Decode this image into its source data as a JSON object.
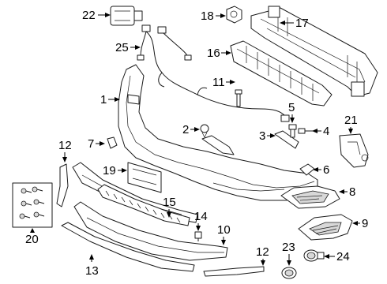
{
  "diagram": {
    "callouts": [
      {
        "id": "c1",
        "label": "1"
      },
      {
        "id": "c2",
        "label": "2"
      },
      {
        "id": "c3",
        "label": "3"
      },
      {
        "id": "c4",
        "label": "4"
      },
      {
        "id": "c5",
        "label": "5"
      },
      {
        "id": "c6",
        "label": "6"
      },
      {
        "id": "c7",
        "label": "7"
      },
      {
        "id": "c8",
        "label": "8"
      },
      {
        "id": "c9",
        "label": "9"
      },
      {
        "id": "c10",
        "label": "10"
      },
      {
        "id": "c11",
        "label": "11"
      },
      {
        "id": "c12a",
        "label": "12"
      },
      {
        "id": "c12b",
        "label": "12"
      },
      {
        "id": "c13",
        "label": "13"
      },
      {
        "id": "c14",
        "label": "14"
      },
      {
        "id": "c15",
        "label": "15"
      },
      {
        "id": "c16",
        "label": "16"
      },
      {
        "id": "c17",
        "label": "17"
      },
      {
        "id": "c18",
        "label": "18"
      },
      {
        "id": "c19",
        "label": "19"
      },
      {
        "id": "c20",
        "label": "20"
      },
      {
        "id": "c21",
        "label": "21"
      },
      {
        "id": "c22",
        "label": "22"
      },
      {
        "id": "c23",
        "label": "23"
      },
      {
        "id": "c24",
        "label": "24"
      },
      {
        "id": "c25",
        "label": "25"
      }
    ]
  }
}
